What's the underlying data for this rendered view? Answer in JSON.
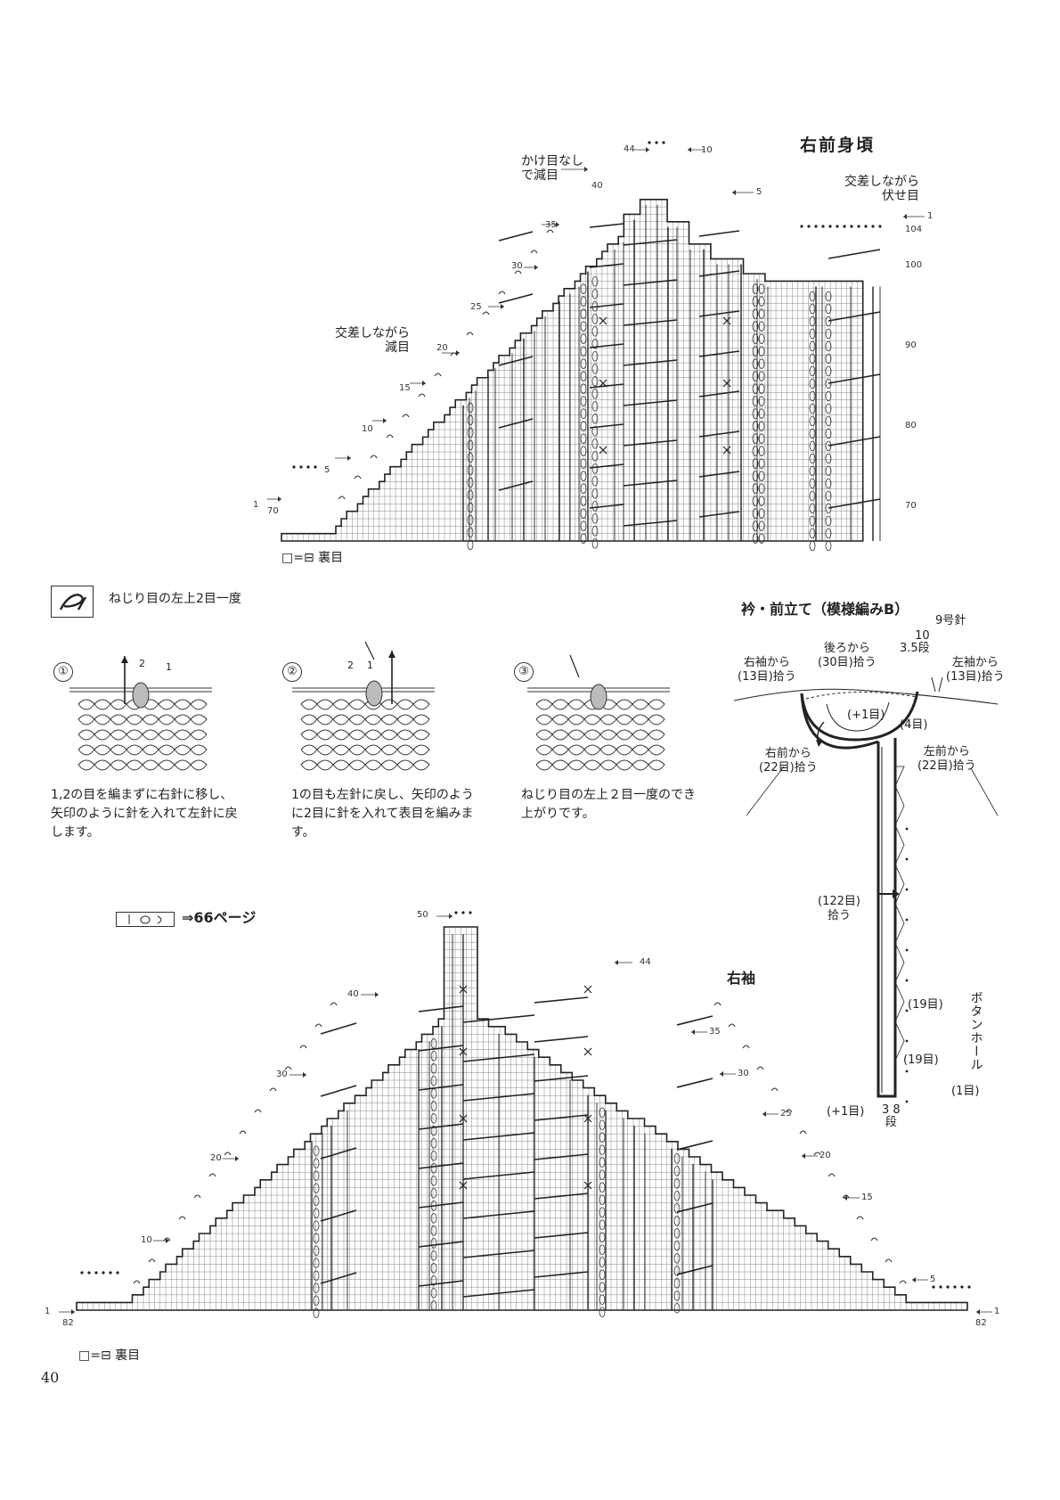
{
  "page_number": "40",
  "right_front": {
    "title": "右前身頃",
    "note_top": "かけ目なし\nで減目",
    "note_right": "交差しながら\n伏せ目",
    "note_left": "交差しながら\n減目",
    "left_row_labels": [
      "44",
      "40",
      "35",
      "30",
      "25",
      "20",
      "15",
      "10",
      "5",
      "1"
    ],
    "right_row_labels": [
      "10",
      "5",
      "1"
    ],
    "right_count_labels": [
      "104",
      "100",
      "90",
      "80",
      "70"
    ],
    "left_bottom_count": "70",
    "legend": "□=⊟ 裏目"
  },
  "twist_symbol_note": "ねじり目の左上2目一度",
  "steps": [
    {
      "num": "①",
      "text": "1,2の目を編まずに右針に移し、矢印のように針を入れて左針に戻します。"
    },
    {
      "num": "②",
      "text": "1の目も左針に戻し、矢印のように2目に針を入れて表目を編みます。"
    },
    {
      "num": "③",
      "text": "ねじり目の左上２目一度のでき上がりです。"
    }
  ],
  "page_ref": "⇒66ページ",
  "collar": {
    "title": "衿・前立て（模様編みB）",
    "needle": "9号針",
    "labels": {
      "back": "後ろから\n(30目)拾う",
      "rsleeve": "右袖から\n(13目)拾う",
      "lsleeve": "左袖から\n(13目)拾う",
      "dan_top": "10\n3.5段",
      "plus1_top": "(+1目)",
      "four": "(4目)",
      "rfront": "右前から\n(22目)拾う",
      "lfront": "左前から\n(22目)拾う",
      "pick122": "(122目)\n拾う",
      "n19a": "(19目)",
      "n19b": "(19目)",
      "buttonhole": "ボタンホール",
      "buttonhole_count": "(1目)",
      "plus1_bottom": "(+1目)",
      "dan_bottom": "3 8\n段"
    }
  },
  "right_sleeve": {
    "title": "右袖",
    "left_row_labels": [
      "50",
      "40",
      "30",
      "20",
      "10",
      "1"
    ],
    "right_row_labels": [
      "44",
      "35",
      "30",
      "25",
      "20",
      "15",
      "5",
      "1"
    ],
    "left_bottom_count": "82",
    "right_bottom_count": "82",
    "legend": "□=⊟ 裏目"
  }
}
